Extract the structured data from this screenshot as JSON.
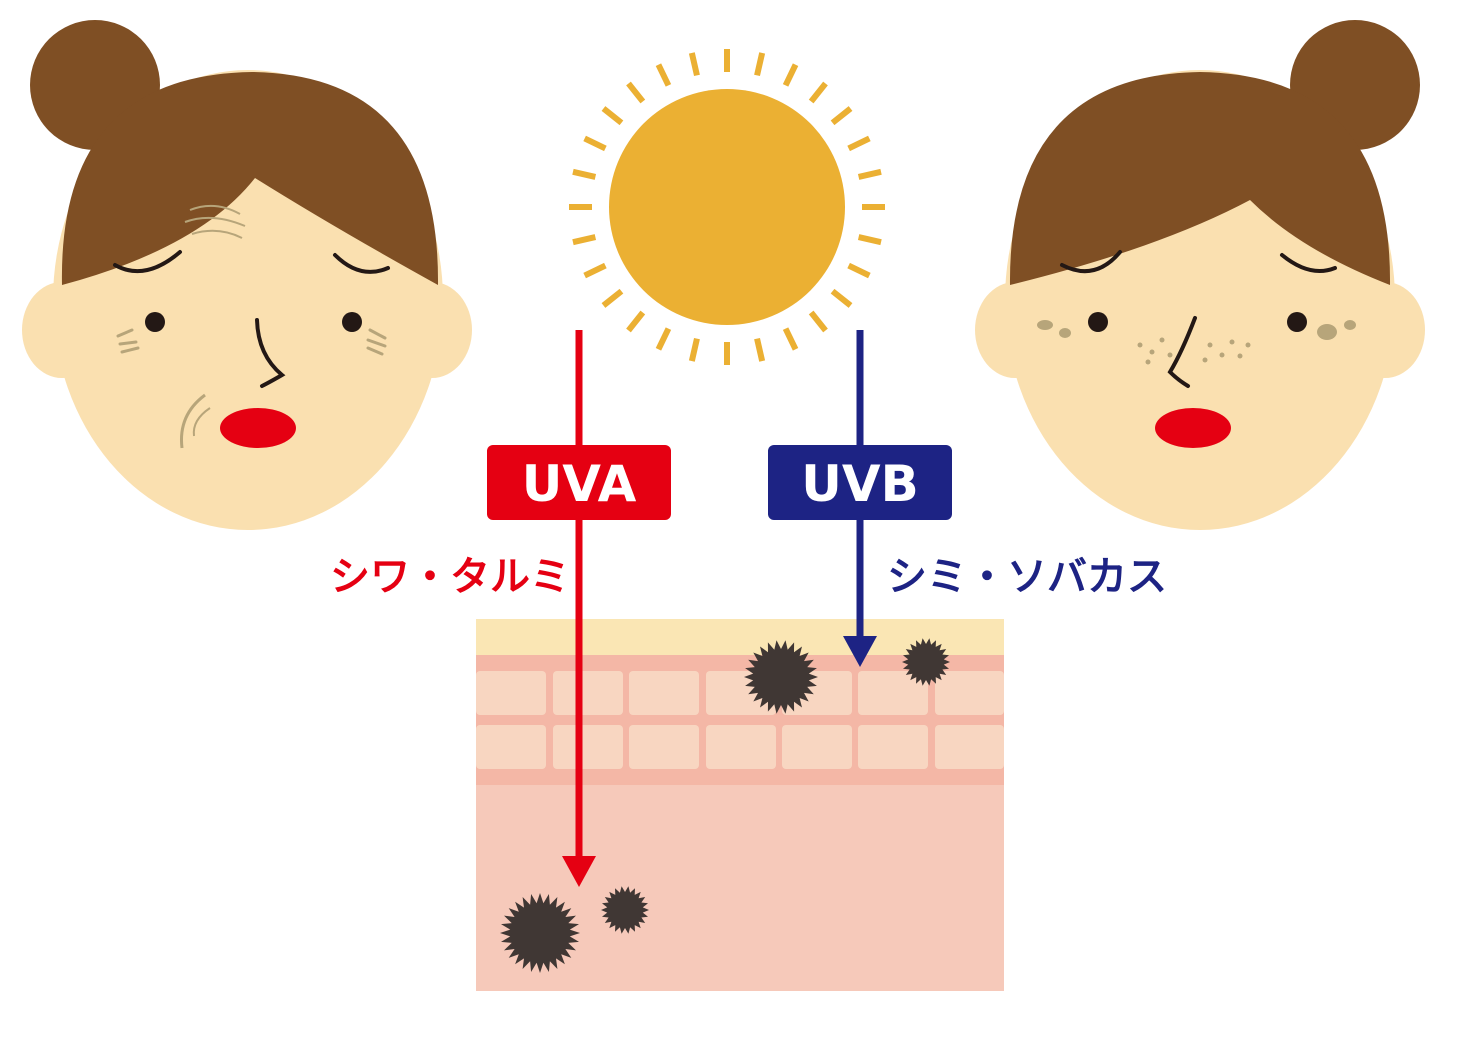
{
  "uva": {
    "label": "UVA",
    "caption": "シワ・タルミ",
    "color": "#e50012"
  },
  "uvb": {
    "label": "UVB",
    "caption": "シミ・ソバカス",
    "color": "#1d2384"
  },
  "colors": {
    "hair": "#7f4f24",
    "skin": "#fae0b0",
    "lips": "#e50012",
    "sun": "#ebb033",
    "epidermis_top": "#fae6b4",
    "epidermis": "#f4b7a6",
    "dermis": "#f6c9ba",
    "cell": "#f8d6c1",
    "damage": "#403734"
  }
}
